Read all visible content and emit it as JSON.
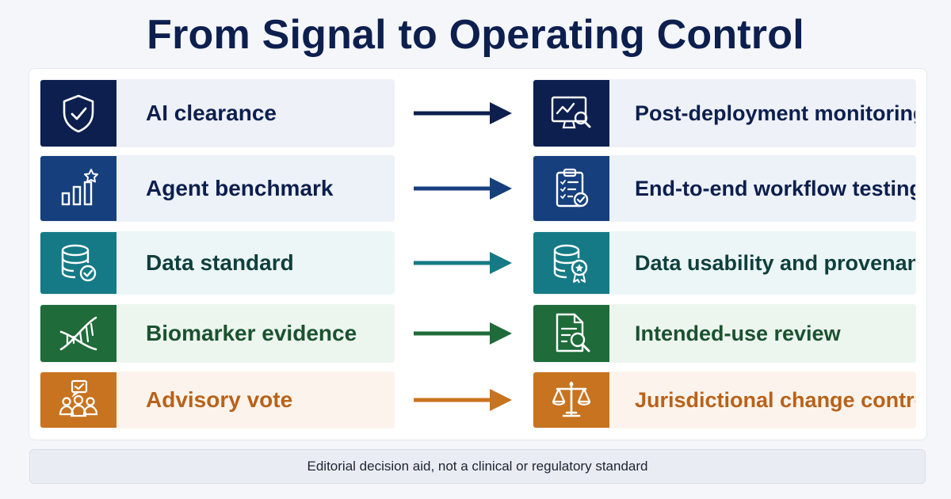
{
  "title": "From Signal to Operating Control",
  "rows": [
    {
      "left": {
        "label": "AI clearance",
        "icon": "shield-check-icon"
      },
      "right": {
        "label": "Post-deployment monitoring",
        "icon": "monitor-chart-search-icon"
      },
      "colors": {
        "accent": "#0c1f4e",
        "card_bg": "#eef1f8",
        "text": "#0c1f4e"
      }
    },
    {
      "left": {
        "label": "Agent benchmark",
        "icon": "bar-chart-star-icon"
      },
      "right": {
        "label": "End-to-end workflow testing",
        "icon": "clipboard-check-icon"
      },
      "colors": {
        "accent": "#163f7e",
        "card_bg": "#edf1f8",
        "text": "#0c1f4e"
      }
    },
    {
      "left": {
        "label": "Data standard",
        "icon": "database-check-icon"
      },
      "right": {
        "label": "Data usability and provenance",
        "icon": "database-badge-icon"
      },
      "colors": {
        "accent": "#157a86",
        "card_bg": "#ecf6f7",
        "text": "#0f3f3c"
      }
    },
    {
      "left": {
        "label": "Biomarker evidence",
        "icon": "dna-icon"
      },
      "right": {
        "label": "Intended-use review",
        "icon": "document-search-icon"
      },
      "colors": {
        "accent": "#1f6b3a",
        "card_bg": "#edf5ef",
        "text": "#1a5230"
      }
    },
    {
      "left": {
        "label": "Advisory vote",
        "icon": "people-vote-icon"
      },
      "right": {
        "label": "Jurisdictional change control",
        "icon": "scales-icon"
      },
      "colors": {
        "accent": "#c8731f",
        "card_bg": "#fcf4ec",
        "text": "#b8621a"
      }
    }
  ],
  "footer": "Editorial decision aid, not a clinical or regulatory standard"
}
